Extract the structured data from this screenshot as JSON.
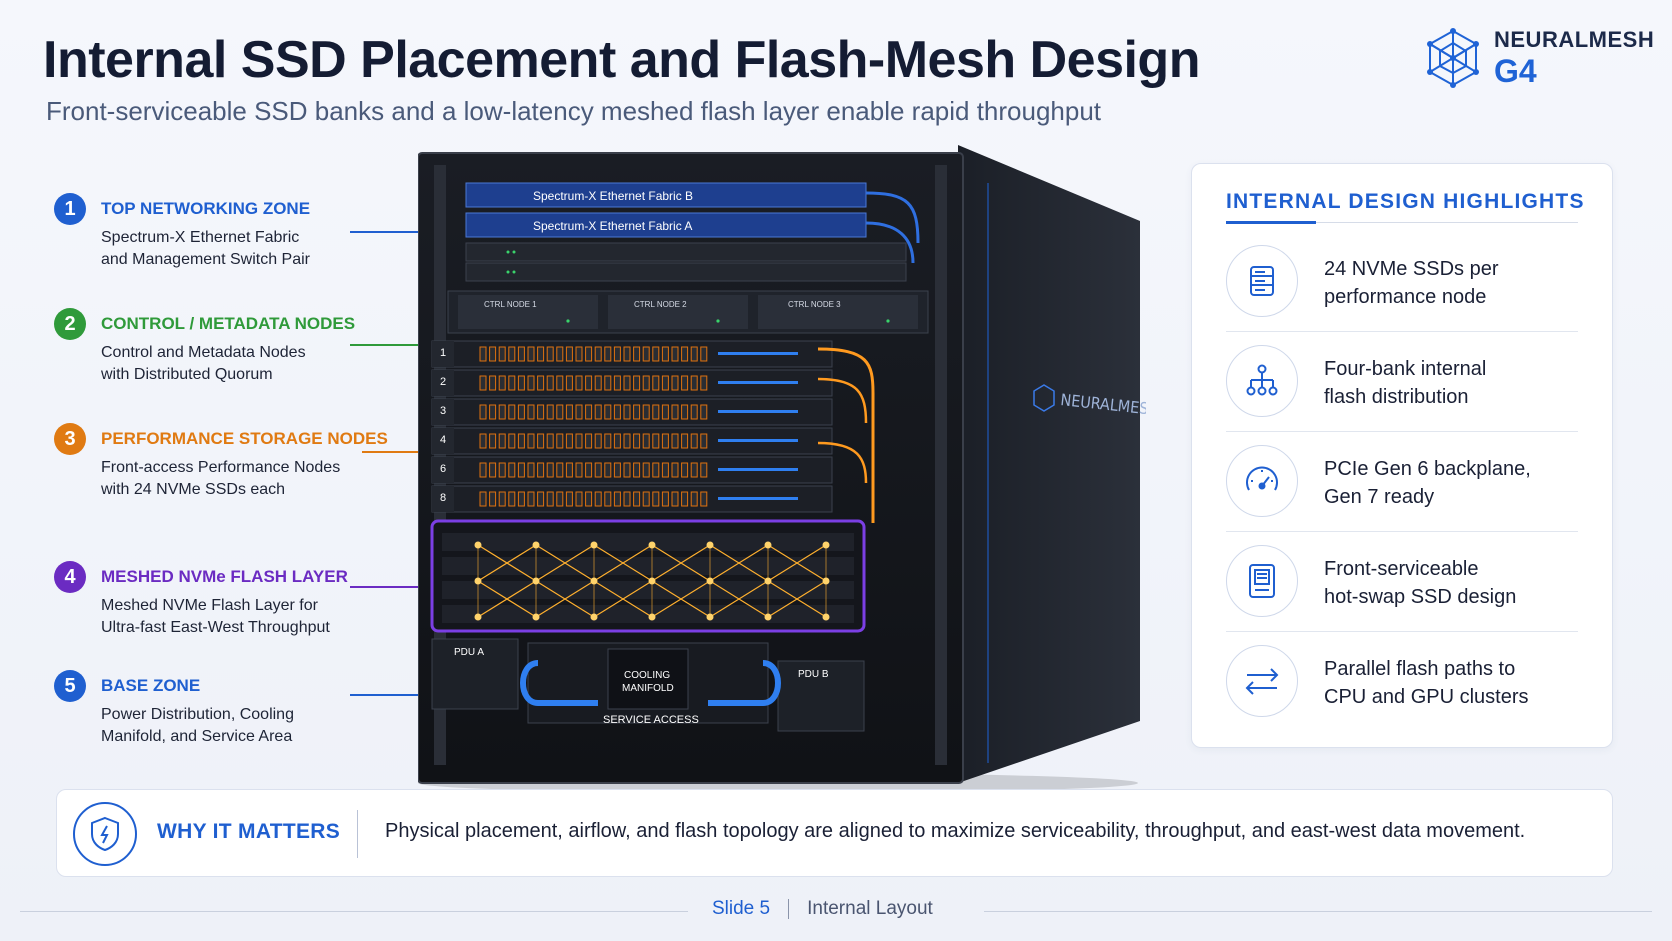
{
  "header": {
    "title": "Internal SSD Placement and Flash-Mesh Design",
    "subtitle": "Front-serviceable SSD banks and a low-latency meshed flash layer enable rapid throughput"
  },
  "brand": {
    "name": "NEURALMESH",
    "model": "G4",
    "color": "#1f63d6"
  },
  "callouts": [
    {
      "num": "1",
      "title": "TOP NETWORKING ZONE",
      "line1": "Spectrum-X Ethernet Fabric",
      "line2": "and Management Switch Pair",
      "color": "#1f5fd0"
    },
    {
      "num": "2",
      "title": "CONTROL / METADATA NODES",
      "line1": "Control and Metadata Nodes",
      "line2": "with Distributed Quorum",
      "color": "#2f9a3a"
    },
    {
      "num": "3",
      "title": "PERFORMANCE STORAGE NODES",
      "line1": "Front-access Performance Nodes",
      "line2": "with 24 NVMe SSDs each",
      "color": "#e07a12"
    },
    {
      "num": "4",
      "title": "MESHED NVMe FLASH LAYER",
      "line1": "Meshed NVMe Flash Layer for",
      "line2": "Ultra-fast East-West Throughput",
      "color": "#6b2bc2"
    },
    {
      "num": "5",
      "title": "BASE ZONE",
      "line1": "Power Distribution, Cooling",
      "line2": "Manifold, and Service Area",
      "color": "#1f5fd0"
    }
  ],
  "rack": {
    "switch_top": "Spectrum-X Ethernet Fabric B",
    "switch_bottom": "Spectrum-X Ethernet Fabric A",
    "ctrl_nodes": [
      "CTRL NODE 1",
      "CTRL NODE 2",
      "CTRL NODE 3"
    ],
    "node_numbers": [
      "1",
      "2",
      "3",
      "4",
      "6",
      "8"
    ],
    "pdu_a": "PDU A",
    "pdu_b": "PDU B",
    "cooling_1": "COOLING",
    "cooling_2": "MANIFOLD",
    "service": "SERVICE ACCESS",
    "side_brand": "NEURALMESH"
  },
  "highlights": {
    "title": "INTERNAL DESIGN HIGHLIGHTS",
    "items": [
      {
        "icon": "server-stack-icon",
        "line1": "24 NVMe SSDs per",
        "line2": "performance node"
      },
      {
        "icon": "hierarchy-icon",
        "line1": "Four-bank internal",
        "line2": "flash distribution"
      },
      {
        "icon": "gauge-icon",
        "line1": "PCIe Gen 6 backplane,",
        "line2": "Gen 7 ready"
      },
      {
        "icon": "drive-bay-icon",
        "line1": "Front-serviceable",
        "line2": "hot-swap SSD design"
      },
      {
        "icon": "bidirectional-arrows-icon",
        "line1": "Parallel flash paths to",
        "line2": "CPU and GPU clusters"
      }
    ]
  },
  "why": {
    "label": "WHY IT MATTERS",
    "text": "Physical placement, airflow, and flash topology are aligned to maximize serviceability, throughput, and east-west data movement."
  },
  "footer": {
    "slide": "Slide 5",
    "section": "Internal Layout"
  }
}
